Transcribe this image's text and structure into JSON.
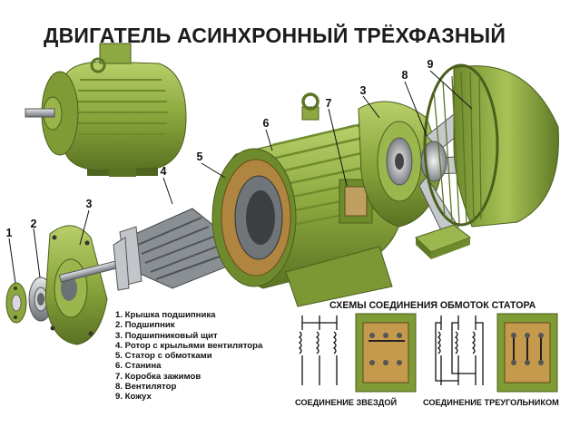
{
  "title": "ДВИГАТЕЛЬ АСИНХРОННЫЙ ТРЁХФАЗНЫЙ",
  "legend": [
    "1. Крышка подшипника",
    "2. Подшипник",
    "3. Подшипниковый щит",
    "4. Ротор с крыльями вентилятора",
    "5. Статор с обмотками",
    "6. Станина",
    "7. Коробка зажимов",
    "8. Вентилятор",
    "9. Кожух"
  ],
  "callouts": [
    {
      "num": "1"
    },
    {
      "num": "2"
    },
    {
      "num": "3"
    },
    {
      "num": "4"
    },
    {
      "num": "5"
    },
    {
      "num": "6"
    },
    {
      "num": "7"
    },
    {
      "num": "3"
    },
    {
      "num": "8"
    },
    {
      "num": "9"
    }
  ],
  "schemes": {
    "title": "СХЕМЫ СОЕДИНЕНИЯ ОБМОТОК СТАТОРА",
    "star_label": "СОЕДИНЕНИЕ ЗВЕЗДОЙ",
    "delta_label": "СОЕДИНЕНИЕ ТРЕУГОЛЬНИКОМ"
  },
  "colors": {
    "body_green": "#8aa63c",
    "dark_green": "#5c7524",
    "light_green": "#b7cd68",
    "metal": "#b8bcc0",
    "copper": "#c08a3a"
  }
}
